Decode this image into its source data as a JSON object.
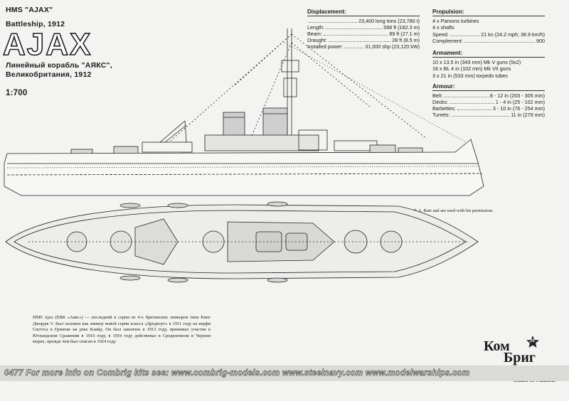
{
  "header": {
    "ship_label": "HMS \"AJAX\"",
    "ship_type": "Battleship, 1912",
    "name": "AJAX",
    "ru_line1": "Линейный корабль \"АЯКС\",",
    "ru_line2": "Великобритания, 1912",
    "scale": "1:700"
  },
  "displacement": {
    "title": "Displacement:",
    "rows": [
      {
        "label": "",
        "value": "23,400 long tons (23,780 t)"
      },
      {
        "label": "Length:",
        "value": "598 ft (182.3 m)"
      },
      {
        "label": "Beam:",
        "value": "89 ft (27.1 m)"
      },
      {
        "label": "Draught:",
        "value": "28 ft (8.5 m)"
      },
      {
        "label": "Installed power:",
        "value": "31,000 shp (23,120 kW)"
      }
    ]
  },
  "propulsion": {
    "title": "Propulsion:",
    "line1": "4 x Parsons turbines",
    "line2": "4 x shafts",
    "rows": [
      {
        "label": "Speed:",
        "value": "21 kn (24.2 mph; 38.9 km/h)"
      },
      {
        "label": "Complement:",
        "value": "900"
      }
    ]
  },
  "armament": {
    "title": "Armament:",
    "lines": [
      "10 x 13.5 in (343 mm) Mk V guns (5x2)",
      "16 x BL 4 in (102 mm) Mk VII guns",
      "3 x 21 in (533 mm) torpedo tubes"
    ]
  },
  "armour": {
    "title": "Armour:",
    "rows": [
      {
        "label": "Belt:",
        "value": "8 - 12 in (203 - 305 mm)"
      },
      {
        "label": "Decks:",
        "value": "1 - 4 in (25 - 102 mm)"
      },
      {
        "label": "Barbettes:",
        "value": "3 - 10 in (76 - 254 mm)"
      },
      {
        "label": "Turrets:",
        "value": "11 in (279 mm)"
      }
    ]
  },
  "credit": "Line drawings are created by R.A. Burt and are used with his permission.",
  "description": "HMS Ajax (ЕВК «Аякс») — последний в серии из 4-х британских линкоров типа Кинг Джордж V. Был заложен как линкор новой серии класса «Дредноут» в 1911 году на верфи Скоттса в Гриноке на реке Клайд. Он был закончен в 1913 году, принимал участие в Ютландском Сражении в 1916 году, в 1919 году действовал в Средиземном и Черном морях, прежде чем был списан в 1924 году.",
  "footer": {
    "text": "0477 For more info on Combrig kits see:   www.combrig-models.com   www.steelnavy.com   www.modelwarships.com"
  },
  "brand": {
    "line1": "Ком",
    "line2": "Бриг",
    "made_in": "Made in Russia",
    "badge": "25"
  }
}
